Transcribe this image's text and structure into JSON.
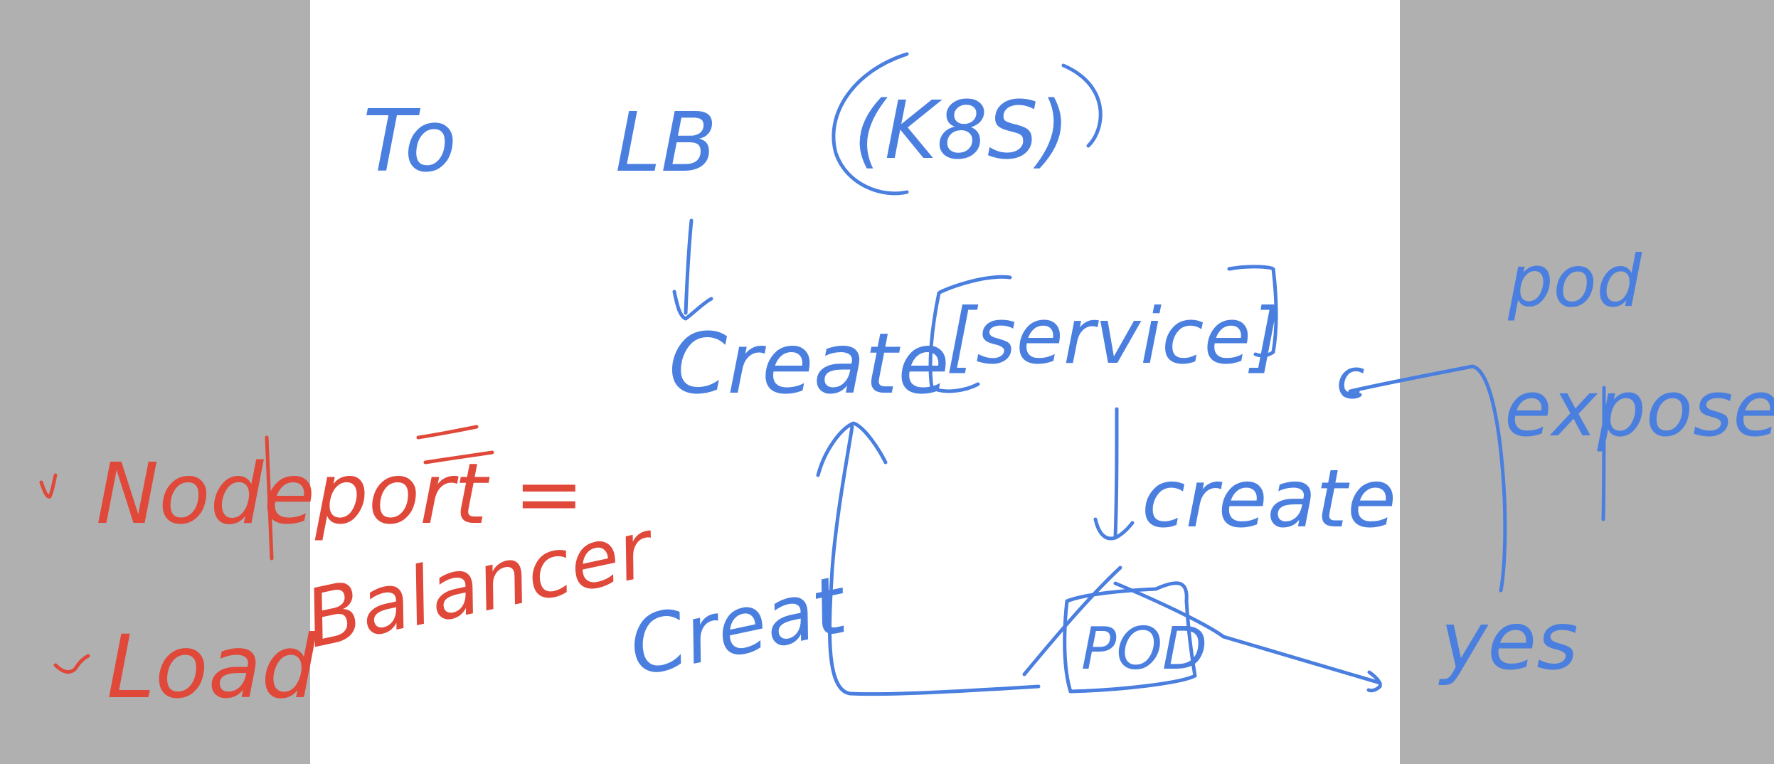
{
  "colors": {
    "background_side": "#b0b0b0",
    "page": "#ffffff",
    "ink_blue": "#4a7fe0",
    "ink_red": "#e0483a"
  },
  "notes": {
    "heading_to": "To",
    "heading_lb": "LB",
    "heading_k8s": "(K8S)",
    "create_service_create": "Create",
    "create_service_service": "[service]",
    "create_right": "create",
    "pod_box": "POD",
    "creat_left": "Creat",
    "c_arrow": "c",
    "right_pod": "pod",
    "right_expose": "expose",
    "right_yes": "yes",
    "nodeport": "Nodeport =",
    "load": "Load",
    "balancer": "Balancer"
  }
}
